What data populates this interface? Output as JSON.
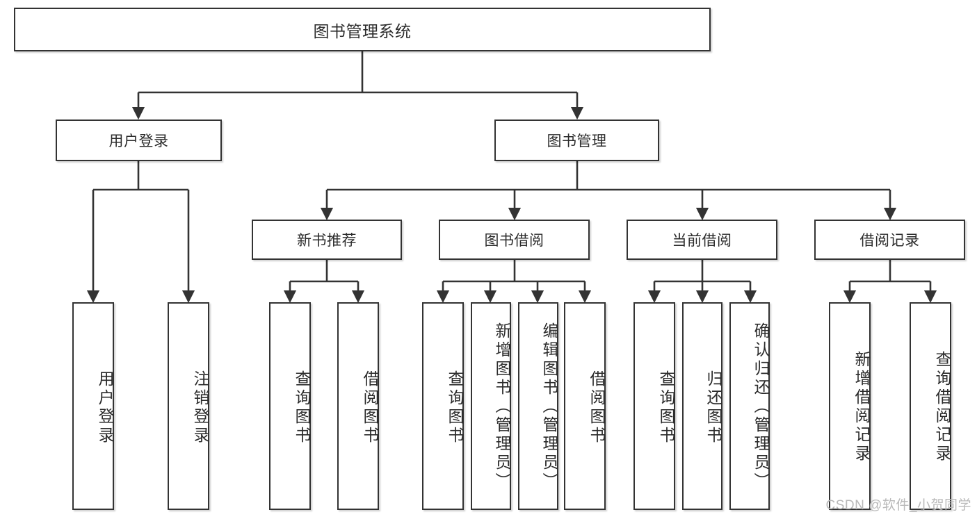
{
  "diagram": {
    "title": "图书管理系统",
    "type": "tree-hierarchy-diagram",
    "colors": {
      "box_border": "#333333",
      "box_fill": "#ffffff",
      "connector": "#333333",
      "text": "#2b2b2b",
      "watermark": "#b9b9b9"
    },
    "root": {
      "label": "图书管理系统"
    },
    "level1": [
      {
        "label": "用户登录"
      },
      {
        "label": "图书管理"
      }
    ],
    "level2": [
      {
        "label": "新书推荐"
      },
      {
        "label": "图书借阅"
      },
      {
        "label": "当前借阅"
      },
      {
        "label": "借阅记录"
      }
    ],
    "leaves": {
      "user_login": [
        {
          "label": "用户登录"
        },
        {
          "label": "注销登录"
        }
      ],
      "new_book_recommend": [
        {
          "label": "查询图书"
        },
        {
          "label": "借阅图书"
        }
      ],
      "book_borrow": [
        {
          "label": "查询图书"
        },
        {
          "label": "新增图书（管理员）"
        },
        {
          "label": "编辑图书（管理员）"
        },
        {
          "label": "借阅图书"
        }
      ],
      "current_borrow": [
        {
          "label": "查询图书"
        },
        {
          "label": "归还图书"
        },
        {
          "label": "确认归还（管理员）"
        }
      ],
      "borrow_record": [
        {
          "label": "新增借阅记录"
        },
        {
          "label": "查询借阅记录"
        }
      ]
    }
  },
  "watermark": {
    "text": "CSDN @软件_小贺同学"
  }
}
